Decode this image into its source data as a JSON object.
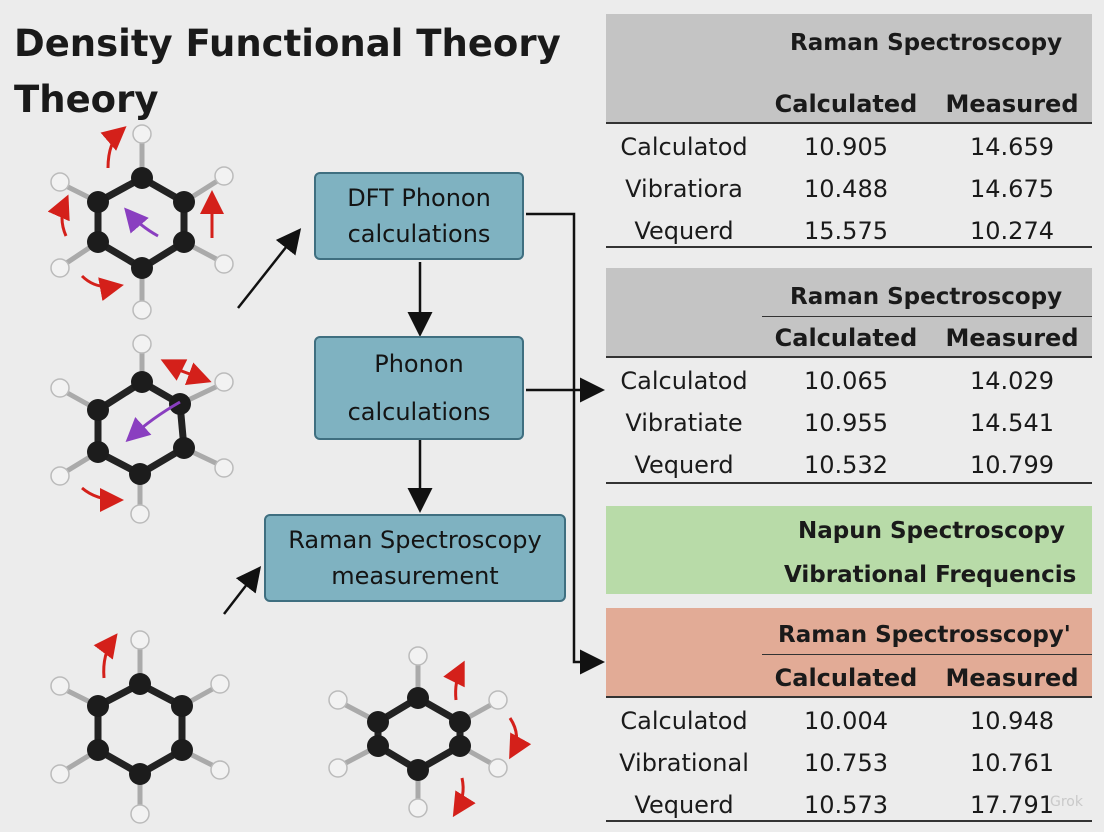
{
  "title": {
    "line1": "Density Functional Theory",
    "line2": "Theory"
  },
  "flow": {
    "box1": {
      "line1": "DFT  Phonon",
      "line2": "calculations"
    },
    "box2": {
      "line1": "Phonon",
      "line2": "calculations"
    },
    "box3": {
      "line1": "Raman Spectroscopy",
      "line2": "measurement"
    }
  },
  "tables": [
    {
      "title": "Raman Spectroscopy",
      "columns": [
        "Calculated",
        "Measured"
      ],
      "rows": [
        {
          "label": "Calculatod",
          "calculated": "10.905",
          "measured": "14.659"
        },
        {
          "label": "Vibratiora",
          "calculated": "10.488",
          "measured": "14.675"
        },
        {
          "label": "Vequerd",
          "calculated": "15.575",
          "measured": "10.274"
        }
      ]
    },
    {
      "title": "Raman Spectroscopy",
      "columns": [
        "Calculated",
        "Measured"
      ],
      "rows": [
        {
          "label": "Calculatod",
          "calculated": "10.065",
          "measured": "14.029"
        },
        {
          "label": "Vibratiate",
          "calculated": "10.955",
          "measured": "14.541"
        },
        {
          "label": "Vequerd",
          "calculated": "10.532",
          "measured": "10.799"
        }
      ]
    },
    {
      "title": "Raman Spectrosscopy'",
      "columns": [
        "Calculated",
        "Measured"
      ],
      "rows": [
        {
          "label": "Calculatod",
          "calculated": "10.004",
          "measured": "10.948"
        },
        {
          "label": "Vibrational",
          "calculated": "10.753",
          "measured": "10.761"
        },
        {
          "label": "Vequerd",
          "calculated": "10.573",
          "measured": "17.791"
        }
      ]
    }
  ],
  "green_panel": {
    "line1": "Napun Spectroscopy",
    "line2": "Vibrational Frequencis"
  },
  "watermark": "Grok",
  "colors": {
    "box_fill": "#7fb2c1",
    "grey_header": "#c4c4c4",
    "green_panel": "#b8dba8",
    "salmon_header": "#e2ab96",
    "red_arrow": "#d4201a",
    "purple_arrow": "#8a3fc0"
  }
}
